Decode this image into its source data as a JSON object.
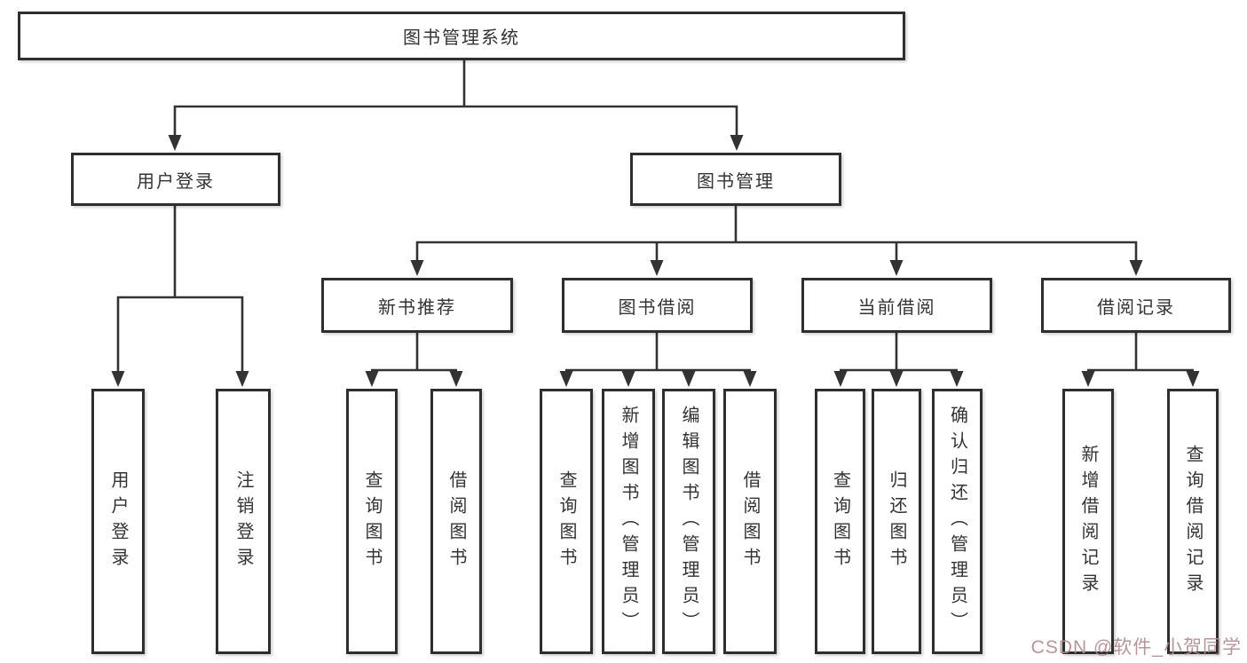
{
  "diagram_type": "tree",
  "tree": {
    "root": {
      "label": "图书管理系统",
      "children": [
        {
          "label": "用户登录",
          "children": [
            {
              "label": "用户登录"
            },
            {
              "label": "注销登录"
            }
          ]
        },
        {
          "label": "图书管理",
          "children": [
            {
              "label": "新书推荐",
              "children": [
                {
                  "label": "查询图书"
                },
                {
                  "label": "借阅图书"
                }
              ]
            },
            {
              "label": "图书借阅",
              "children": [
                {
                  "label": "查询图书"
                },
                {
                  "label": "新增图书（管理员）"
                },
                {
                  "label": "编辑图书（管理员）"
                },
                {
                  "label": "借阅图书"
                }
              ]
            },
            {
              "label": "当前借阅",
              "children": [
                {
                  "label": "查询图书"
                },
                {
                  "label": "归还图书"
                },
                {
                  "label": "确认归还（管理员）"
                }
              ]
            },
            {
              "label": "借阅记录",
              "children": [
                {
                  "label": "新增借阅记录"
                },
                {
                  "label": "查询借阅记录"
                }
              ]
            }
          ]
        }
      ]
    }
  },
  "watermark": {
    "text": "CSDN @软件_小贺同学"
  },
  "colors": {
    "line": "#333333",
    "border": "#2e2e2e",
    "fill": "#ffffff",
    "text": "#333333",
    "watermark": "#b08e92"
  }
}
